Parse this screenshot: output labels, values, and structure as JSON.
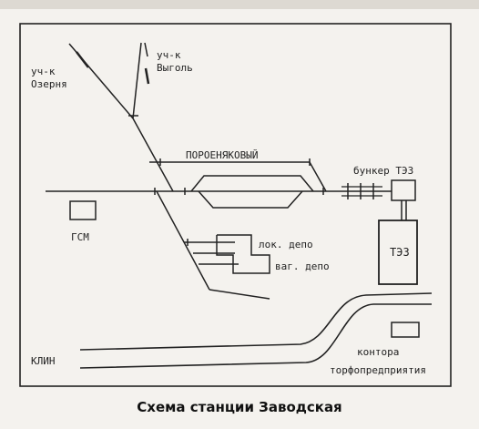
{
  "labels": {
    "branch_ozernya": [
      "уч-к",
      "Озерня"
    ],
    "branch_vygol": [
      "уч-к",
      "Выголь"
    ],
    "siding": "ПОРОЕНЯКОВЫЙ",
    "bunker": "бункер ТЭЗ",
    "gsm": "ГСМ",
    "tez": "ТЭЗ",
    "loco_depot": "лок. депо",
    "wagon_depot": "ваг. депо",
    "klin": "КЛИН",
    "office": [
      "контора",
      "торфопредприятия"
    ]
  },
  "caption": "Схема станции Заводская",
  "colors": {
    "line": "#222222",
    "background": "#f4f2ee"
  }
}
